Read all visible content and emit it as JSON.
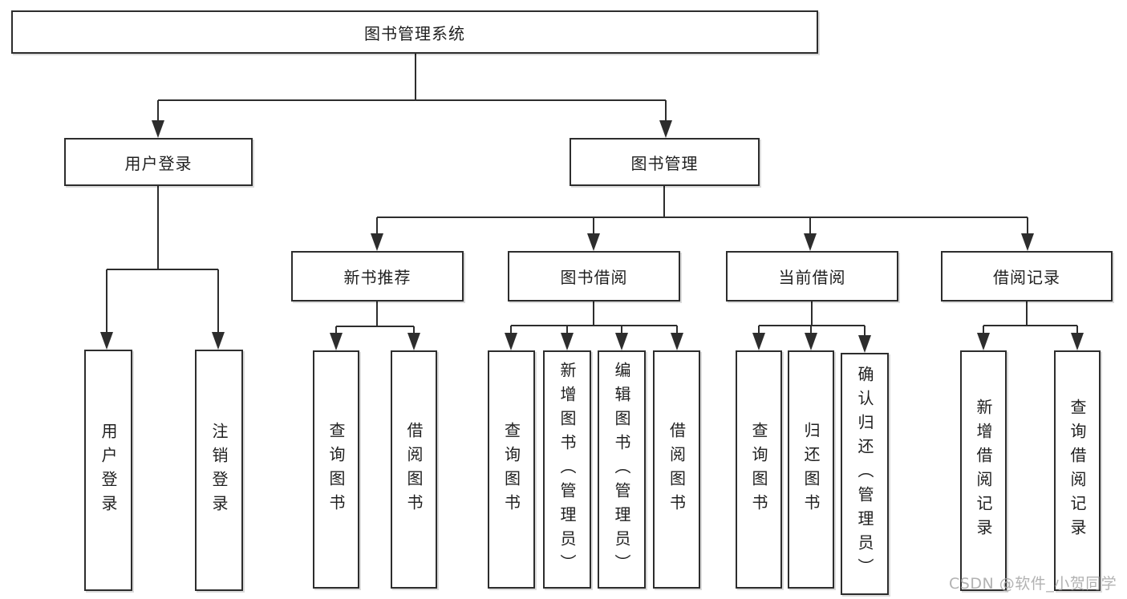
{
  "diagram": {
    "root": {
      "label": "图书管理系统"
    },
    "level2": [
      {
        "label": "用户登录"
      },
      {
        "label": "图书管理"
      }
    ],
    "level3": [
      {
        "label": "新书推荐"
      },
      {
        "label": "图书借阅"
      },
      {
        "label": "当前借阅"
      },
      {
        "label": "借阅记录"
      }
    ],
    "leaves": {
      "user_login": [
        "用户登录",
        "注销登录"
      ],
      "new_books": [
        "查询图书",
        "借阅图书"
      ],
      "book_borrow": [
        "查询图书",
        "新增图书（管理员）",
        "编辑图书（管理员）",
        "借阅图书"
      ],
      "current_borrow": [
        "查询图书",
        "归还图书",
        "确认归还（管理员）"
      ],
      "borrow_records": [
        "新增借阅记录",
        "查询借阅记录"
      ]
    },
    "colors": {
      "line": "#2d2d2d",
      "border": "#2d2d2d",
      "background": "#ffffff",
      "watermark": "#a4a4a4"
    }
  },
  "watermark": {
    "text": "CSDN @软件_小贺同学"
  }
}
